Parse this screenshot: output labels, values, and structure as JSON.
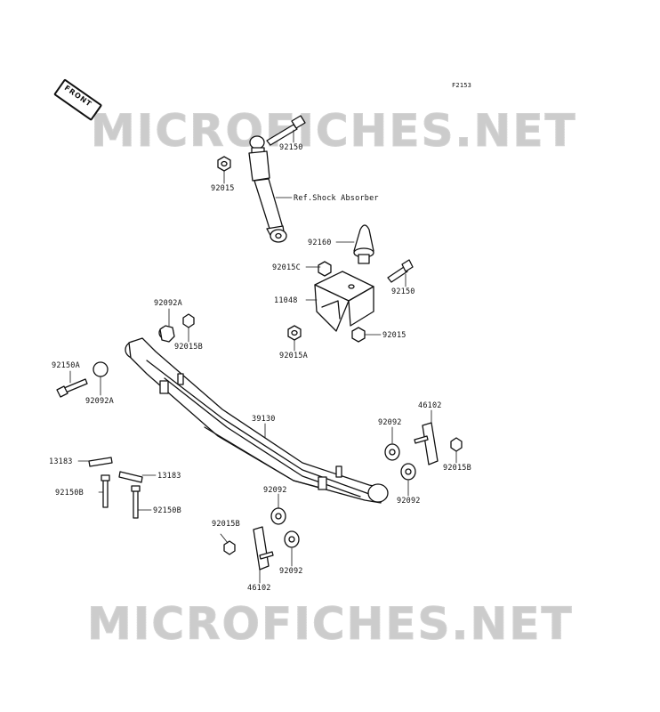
{
  "figure_code": "F2153",
  "front_label": "FRONT",
  "watermark": "MICROFICHES.NET",
  "labels": {
    "p92150_top": "92150",
    "p92015_top": "92015",
    "ref_shock": "Ref.Shock Absorber",
    "p92160": "92160",
    "p92015C": "92015C",
    "p92150_mid": "92150",
    "p11048": "11048",
    "p92015_mid": "92015",
    "p92015A": "92015A",
    "p92092A_top": "92092A",
    "p92015B_left": "92015B",
    "p92150A": "92150A",
    "p92092A_bot": "92092A",
    "p39130": "39130",
    "p46102_top": "46102",
    "p92092_r1": "92092",
    "p92015B_right": "92015B",
    "p92092_r2": "92092",
    "p13183_left": "13183",
    "p13183_right": "13183",
    "p92150B_left": "92150B",
    "p92150B_right": "92150B",
    "p92092_c1": "92092",
    "p92015B_bot": "92015B",
    "p92092_c2": "92092",
    "p46102_bot": "46102"
  }
}
